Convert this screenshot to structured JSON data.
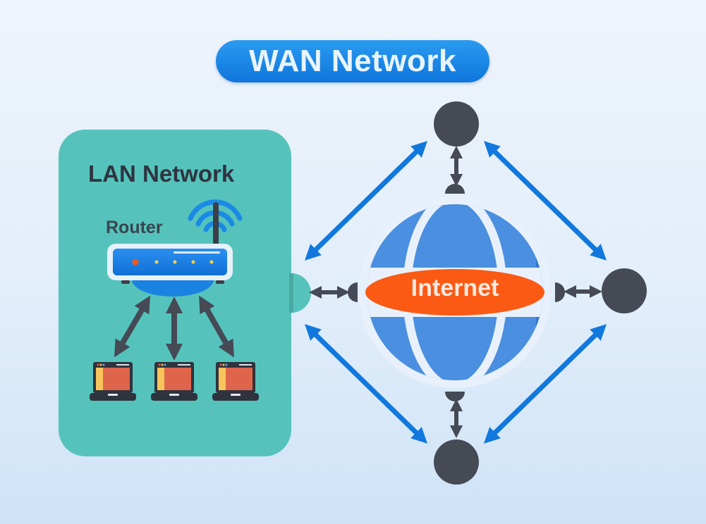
{
  "title": "WAN Network",
  "lan": {
    "title": "LAN Network",
    "router_label": "Router",
    "devices": [
      "laptop",
      "laptop",
      "laptop"
    ]
  },
  "internet": {
    "label": "Internet"
  },
  "wan_nodes": [
    "top",
    "right",
    "bottom"
  ],
  "icons": [
    "wifi-icon",
    "router-icon",
    "laptop-icon",
    "globe-icon",
    "node-icon",
    "double-arrow-icon"
  ],
  "colors": {
    "title_pill": "#1a86e6",
    "lan_box": "#55c3bc",
    "globe": "#4a8fe0",
    "internet_ellipse": "#fa5a14",
    "node": "#454a55",
    "wan_arrow": "#1178dd",
    "lan_arrow": "#454a55",
    "laptop_screen": "#de654c"
  }
}
